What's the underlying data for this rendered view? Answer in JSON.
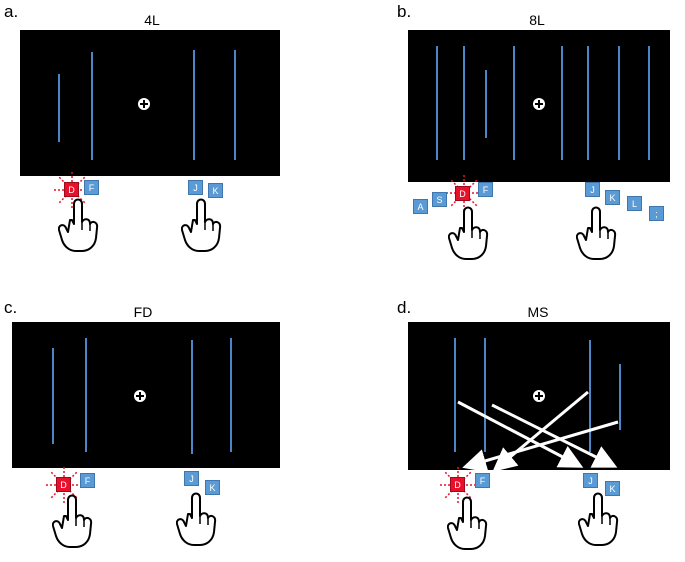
{
  "panels": [
    {
      "letter": "a.",
      "title": "4L",
      "keys": [
        {
          "label": "D",
          "pressed": true
        },
        {
          "label": "F"
        },
        {
          "label": "J"
        },
        {
          "label": "K"
        }
      ]
    },
    {
      "letter": "b.",
      "title": "8L",
      "keys": [
        {
          "label": "A"
        },
        {
          "label": "S"
        },
        {
          "label": "D",
          "pressed": true
        },
        {
          "label": "F"
        },
        {
          "label": "J"
        },
        {
          "label": "K"
        },
        {
          "label": "L"
        },
        {
          "label": ";"
        }
      ]
    },
    {
      "letter": "c.",
      "title": "FD",
      "keys": [
        {
          "label": "D",
          "pressed": true
        },
        {
          "label": "F"
        },
        {
          "label": "J"
        },
        {
          "label": "K"
        }
      ]
    },
    {
      "letter": "d.",
      "title": "MS",
      "keys": [
        {
          "label": "D",
          "pressed": true
        },
        {
          "label": "F"
        },
        {
          "label": "J"
        },
        {
          "label": "K"
        }
      ]
    }
  ],
  "colors": {
    "screen": "#000000",
    "line": "#4a86c8",
    "key": "#5b9bd5",
    "pressed_key": "#e8102a",
    "arrow": "#ffffff"
  },
  "icons": [
    "fixation-cross-icon",
    "hand-pointer-icon",
    "press-burst-icon"
  ]
}
